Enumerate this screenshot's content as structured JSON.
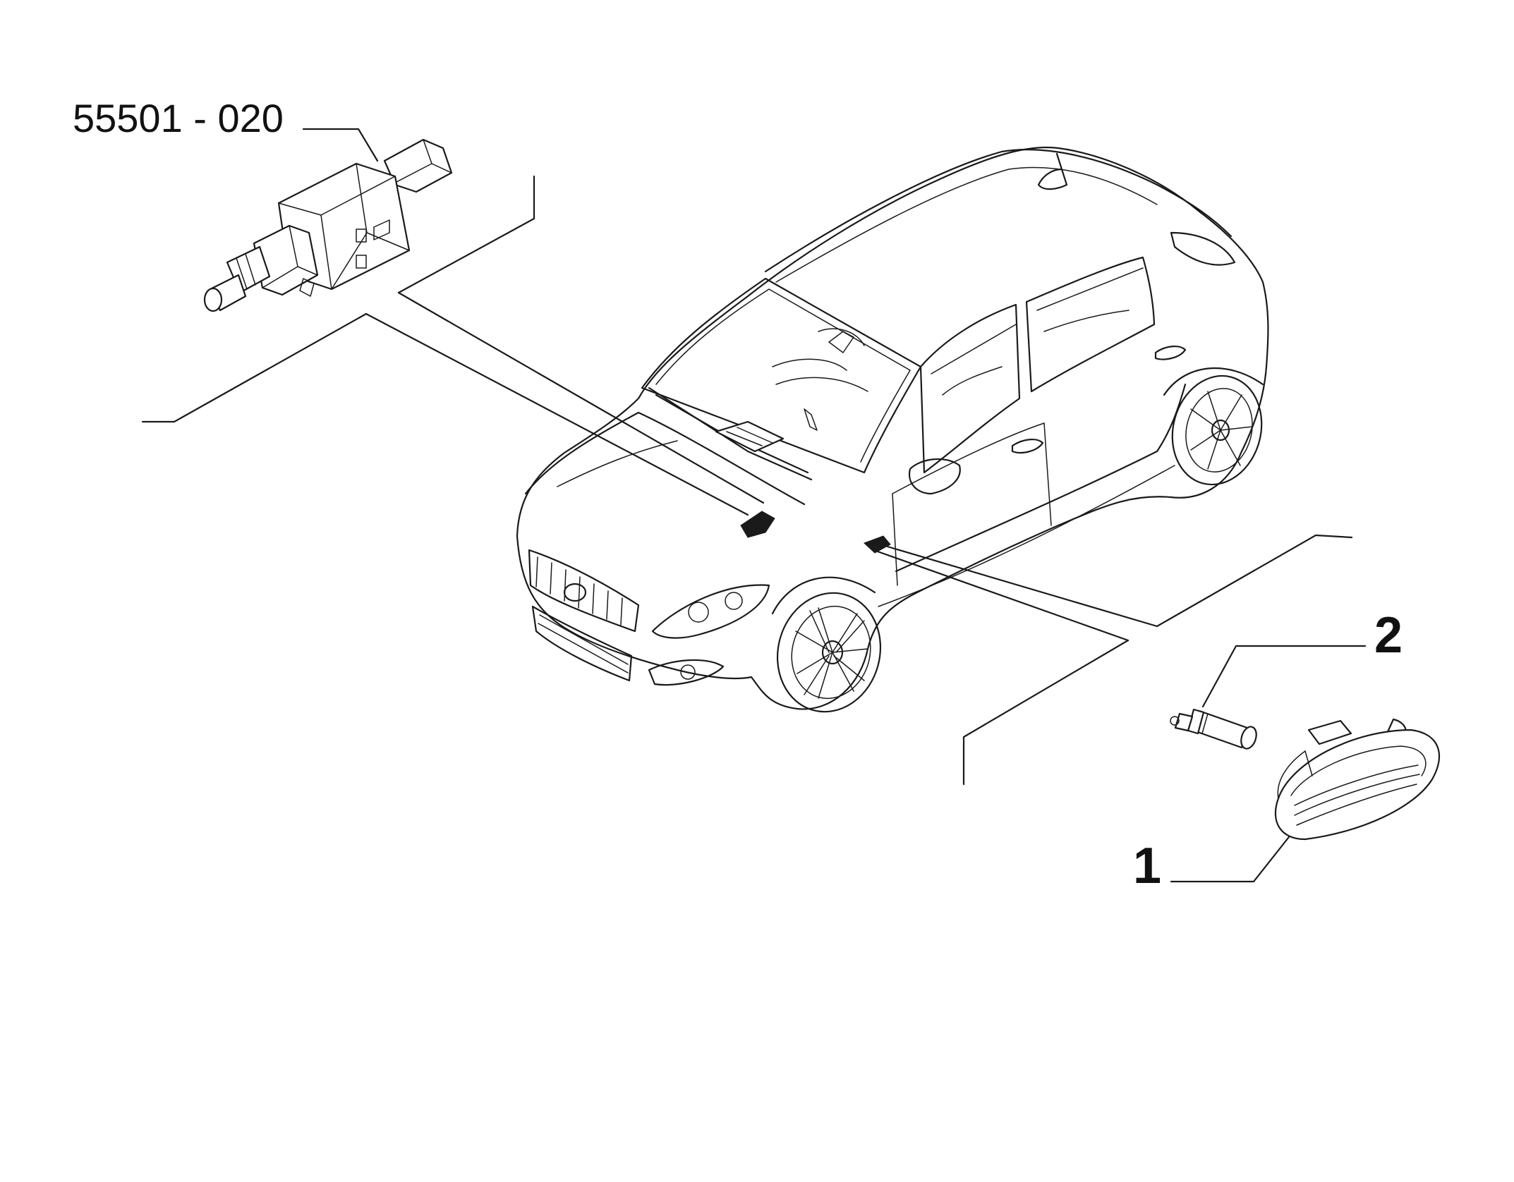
{
  "diagram": {
    "part_code": "55501 - 020",
    "callout_1": "1",
    "callout_2": "2"
  },
  "colors": {
    "line": "#1a1a1a",
    "background": "#ffffff"
  },
  "icons": {
    "switch": "brake-light-switch-icon",
    "bulb": "bulb-icon",
    "lamp": "side-marker-lamp-icon",
    "car": "hatchback-car-icon"
  }
}
